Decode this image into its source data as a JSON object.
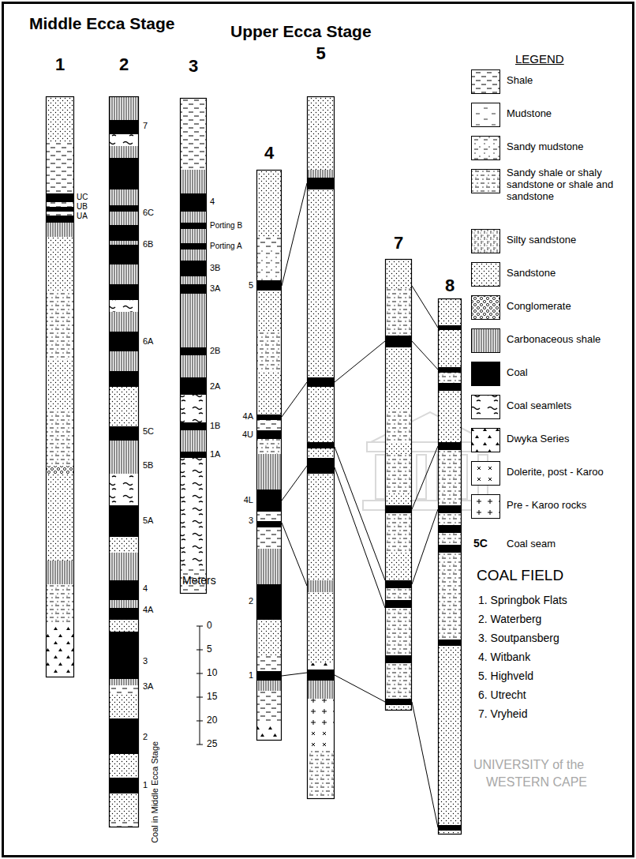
{
  "diagram": {
    "nodes": [
      {
        "text": [
          "1"
        ]
      },
      {
        "text": [
          "2"
        ]
      },
      {
        "text": [
          "3"
        ]
      },
      {
        "text": [
          "4"
        ]
      },
      {
        "text": [
          "5"
        ]
      },
      {
        "text": [
          "7"
        ]
      },
      {
        "text": [
          "8"
        ]
      }
    ],
    "edges": [
      {
        "from": 3,
        "to": 4,
        "arrow": "none"
      },
      {
        "from": 3,
        "to": 4,
        "arrow": "none"
      },
      {
        "from": 3,
        "to": 4,
        "arrow": "none"
      },
      {
        "from": 3,
        "to": 4,
        "arrow": "none"
      },
      {
        "from": 3,
        "to": 4,
        "arrow": "none"
      },
      {
        "from": 4,
        "to": 5,
        "arrow": "none"
      },
      {
        "from": 4,
        "to": 5,
        "arrow": "none"
      },
      {
        "from": 4,
        "to": 5,
        "arrow": "none"
      },
      {
        "from": 4,
        "to": 5,
        "arrow": "none"
      },
      {
        "from": 5,
        "to": 6,
        "arrow": "none"
      },
      {
        "from": 5,
        "to": 6,
        "arrow": "none"
      },
      {
        "from": 5,
        "to": 6,
        "arrow": "none"
      },
      {
        "from": 5,
        "to": 6,
        "arrow": "none"
      },
      {
        "from": 5,
        "to": 6,
        "arrow": "none"
      }
    ],
    "labels": [
      "Middle Ecca Stage",
      "Upper Ecca Stage",
      "UC",
      "UB",
      "UA",
      "7",
      "6C",
      "6B",
      "6A",
      "5C",
      "5B",
      "5A",
      "4",
      "4A",
      "3",
      "3A",
      "2",
      "1",
      "Coal in Middle Ecca Stage",
      "4",
      "Porting B",
      "Porting A",
      "3B",
      "3A",
      "2B",
      "2A",
      "1B",
      "1A",
      "5",
      "4A",
      "4U",
      "4L",
      "3",
      "2",
      "1",
      "Meters",
      "0",
      "5",
      "10",
      "15",
      "20",
      "25",
      "LEGEND",
      "5C",
      "COAL FIELD",
      "1. Springbok Flats",
      "2. Waterberg",
      "3. Soutpansberg",
      "4. Witbank",
      "5. Highveld",
      "6. Utrecht",
      "7. Vryheid",
      "UNIVERSITY of the",
      "WESTERN CAPE"
    ],
    "legend": [
      {
        "text": "Shale"
      },
      {
        "text": "Mudstone"
      },
      {
        "text": "Sandy mudstone"
      },
      {
        "text": "Sandy shale or shaly sandstone or shale and sandstone"
      },
      {
        "text": "Silty sandstone"
      },
      {
        "text": "Sandstone"
      },
      {
        "text": "Conglomerate"
      },
      {
        "text": "Carbonaceous shale"
      },
      {
        "text": "Coal",
        "color": "#000000"
      },
      {
        "text": "Coal seamlets"
      },
      {
        "text": "Dwyka Series"
      },
      {
        "text": "Dolerite, post - Karoo"
      },
      {
        "text": "Pre - Karoo rocks"
      },
      {
        "text": "Coal seam"
      }
    ]
  }
}
